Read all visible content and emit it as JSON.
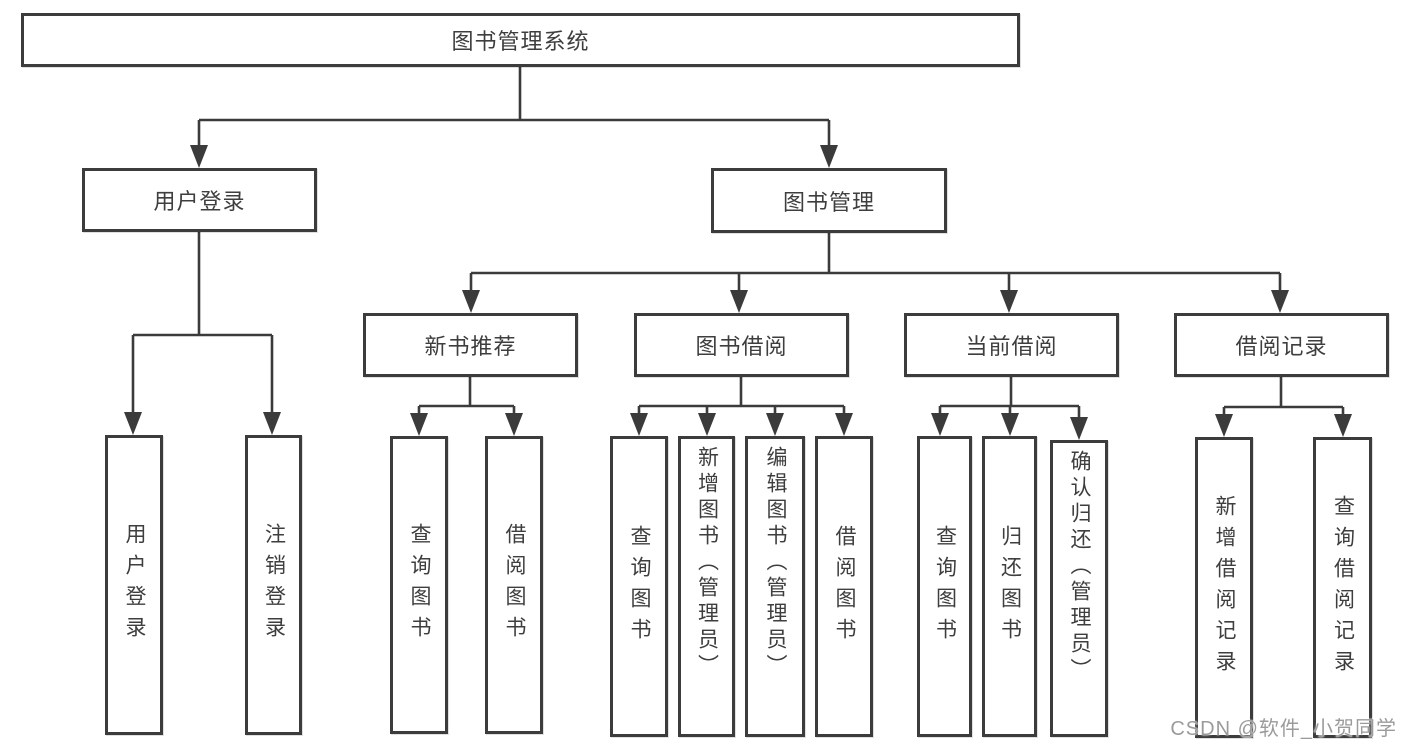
{
  "nodes": {
    "root": "图书管理系统",
    "user_login": "用户登录",
    "book_mgmt": "图书管理",
    "login_leaf": "用户登录",
    "logout_leaf": "注销登录",
    "new_books": "新书推荐",
    "book_borrow": "图书借阅",
    "current_borrow": "当前借阅",
    "borrow_records": "借阅记录",
    "nb_query": "查询图书",
    "nb_borrow": "借阅图书",
    "bb_query": "查询图书",
    "bb_add": "新增图书（管理员）",
    "bb_edit": "编辑图书（管理员）",
    "bb_borrow": "借阅图书",
    "cb_query": "查询图书",
    "cb_return": "归还图书",
    "cb_confirm": "确认归还（管理员）",
    "br_add": "新增借阅记录",
    "br_query": "查询借阅记录"
  },
  "watermark": "CSDN @软件_小贺同学",
  "colors": {
    "line": "#3b3b3b",
    "box_border": "#3c3c3c",
    "text": "#3e3e3e",
    "watermark": "#9b9b9b",
    "background": "#ffffff"
  }
}
